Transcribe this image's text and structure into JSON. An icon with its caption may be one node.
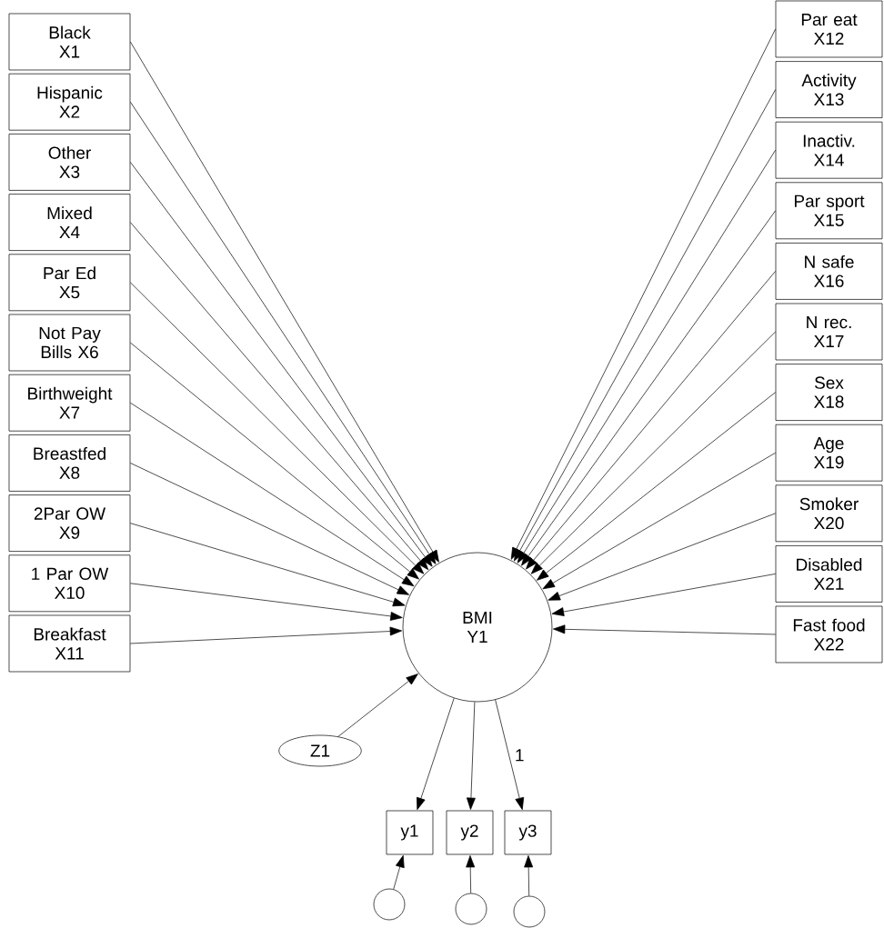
{
  "diagram": {
    "nodes": [
      {
        "text": [
          "Black",
          "X1"
        ]
      },
      {
        "text": [
          "Hispanic",
          "X2"
        ]
      },
      {
        "text": [
          "Other",
          "X3"
        ]
      },
      {
        "text": [
          "Mixed",
          "X4"
        ]
      },
      {
        "text": [
          "Par Ed",
          "X5"
        ]
      },
      {
        "text": [
          "Not Pay Bills X6"
        ]
      },
      {
        "text": [
          "Birthweight",
          "X7"
        ]
      },
      {
        "text": [
          "Breastfed",
          "X8"
        ]
      },
      {
        "text": [
          "2Par OW",
          "X9"
        ]
      },
      {
        "text": [
          "1 Par OW",
          "X10"
        ]
      },
      {
        "text": [
          "Breakfast",
          "X11"
        ]
      },
      {
        "text": [
          "Par eat",
          "X12"
        ]
      },
      {
        "text": [
          "Activity",
          "X13"
        ]
      },
      {
        "text": [
          "Inactiv.",
          "X14"
        ]
      },
      {
        "text": [
          "Par sport",
          "X15"
        ]
      },
      {
        "text": [
          "N safe",
          "X16"
        ]
      },
      {
        "text": [
          "N rec.",
          "X17"
        ]
      },
      {
        "text": [
          "Sex",
          "X18"
        ]
      },
      {
        "text": [
          "Age",
          "X19"
        ]
      },
      {
        "text": [
          "Smoker",
          "X20"
        ]
      },
      {
        "text": [
          "Disabled",
          "X21"
        ]
      },
      {
        "text": [
          "Fast food",
          "X22"
        ]
      },
      {
        "text": [
          "BMI",
          "Y1"
        ]
      },
      {
        "text": [
          "Z1"
        ]
      },
      {
        "text": [
          "y1"
        ]
      },
      {
        "text": [
          "y2"
        ]
      },
      {
        "text": [
          "y3"
        ]
      },
      {
        "text": [],
        "shape": "circle"
      },
      {
        "text": [],
        "shape": "circle"
      },
      {
        "text": [],
        "shape": "circle"
      }
    ],
    "edges": [
      {
        "from": 0,
        "to": 22,
        "arrow": "to"
      },
      {
        "from": 1,
        "to": 22,
        "arrow": "to"
      },
      {
        "from": 2,
        "to": 22,
        "arrow": "to"
      },
      {
        "from": 3,
        "to": 22,
        "arrow": "to"
      },
      {
        "from": 4,
        "to": 22,
        "arrow": "to"
      },
      {
        "from": 5,
        "to": 22,
        "arrow": "to"
      },
      {
        "from": 6,
        "to": 22,
        "arrow": "to"
      },
      {
        "from": 7,
        "to": 22,
        "arrow": "to"
      },
      {
        "from": 8,
        "to": 22,
        "arrow": "to"
      },
      {
        "from": 9,
        "to": 22,
        "arrow": "to"
      },
      {
        "from": 10,
        "to": 22,
        "arrow": "to"
      },
      {
        "from": 11,
        "to": 22,
        "arrow": "to"
      },
      {
        "from": 12,
        "to": 22,
        "arrow": "to"
      },
      {
        "from": 13,
        "to": 22,
        "arrow": "to"
      },
      {
        "from": 14,
        "to": 22,
        "arrow": "to"
      },
      {
        "from": 15,
        "to": 22,
        "arrow": "to"
      },
      {
        "from": 16,
        "to": 22,
        "arrow": "to"
      },
      {
        "from": 17,
        "to": 22,
        "arrow": "to"
      },
      {
        "from": 18,
        "to": 22,
        "arrow": "to"
      },
      {
        "from": 19,
        "to": 22,
        "arrow": "to"
      },
      {
        "from": 20,
        "to": 22,
        "arrow": "to"
      },
      {
        "from": 21,
        "to": 22,
        "arrow": "to"
      },
      {
        "from": 23,
        "to": 22,
        "arrow": "to"
      },
      {
        "from": 22,
        "to": 24,
        "arrow": "to"
      },
      {
        "from": 22,
        "to": 25,
        "arrow": "to"
      },
      {
        "from": 22,
        "to": 26,
        "arrow": "to",
        "label": "1"
      },
      {
        "from": 27,
        "to": 24,
        "arrow": "to"
      },
      {
        "from": 28,
        "to": 25,
        "arrow": "to"
      },
      {
        "from": 29,
        "to": 26,
        "arrow": "to"
      }
    ]
  }
}
